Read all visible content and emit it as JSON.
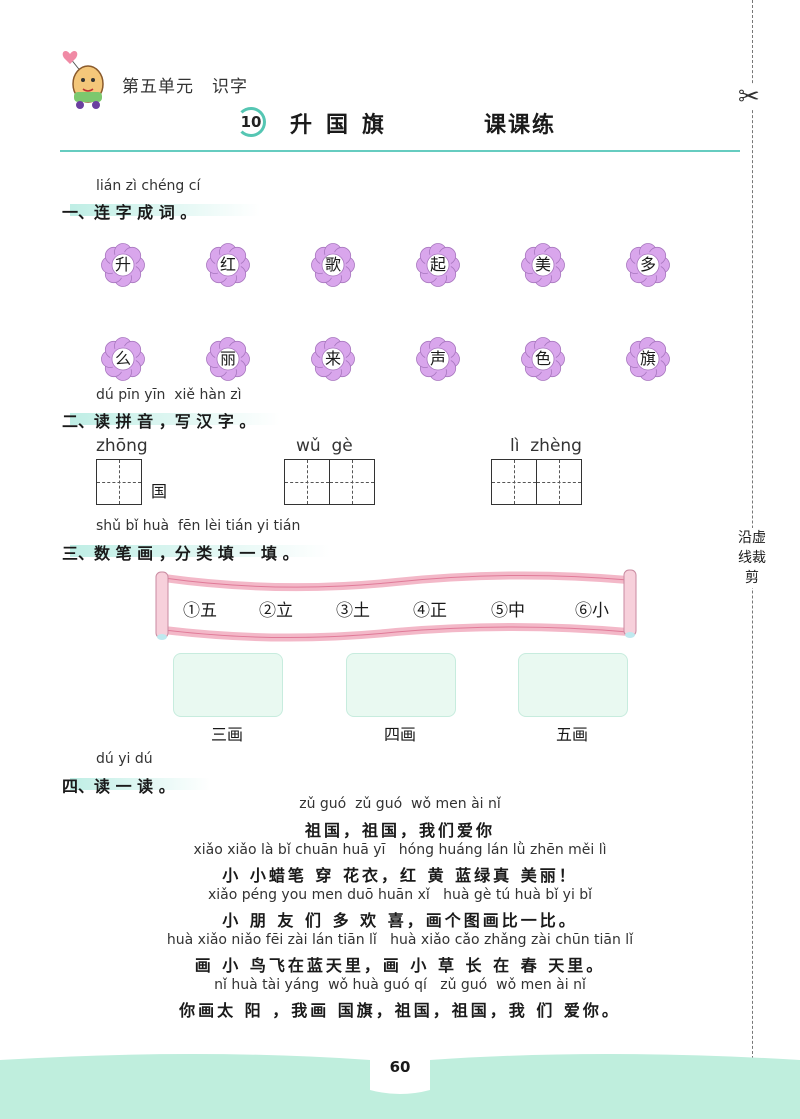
{
  "header": {
    "unit": "第五单元　识字",
    "lesson_number": "10",
    "lesson_title": "升国旗",
    "lesson_kind": "课课练",
    "mascot_icon": "egg-character-with-balloon"
  },
  "cut_label": "沿虚线裁剪",
  "sections": {
    "s1": {
      "pinyin": "lián zì chéng cí",
      "heading": "一、连 字 成 词 。",
      "row1": [
        "升",
        "红",
        "歌",
        "起",
        "美",
        "多"
      ],
      "row2": [
        "么",
        "丽",
        "来",
        "声",
        "色",
        "旗"
      ]
    },
    "s2": {
      "pinyin": "dú pīn yīn  xiě hàn zì",
      "heading": "二、读 拼 音 ，写 汉 字 。",
      "items": [
        {
          "pinyin": "zhōng",
          "suffix": "国"
        },
        {
          "pinyin": "wǔ  gè",
          "suffix": ""
        },
        {
          "pinyin": "lì  zhèng",
          "suffix": ""
        }
      ]
    },
    "s3": {
      "pinyin": "shǔ bǐ huà  fēn lèi tián yi tián",
      "heading": "三、数 笔 画 ，分 类 填 一 填 。",
      "characters": [
        "①五",
        "②立",
        "③土",
        "④正",
        "⑤中",
        "⑥小"
      ],
      "categories": [
        "三画",
        "四画",
        "五画"
      ]
    },
    "s4": {
      "pinyin": "dú yi dú",
      "heading": "四、读 一 读 。",
      "poem": [
        {
          "py": "zǔ guó  zǔ guó  wǒ men ài nǐ",
          "text": "祖国，祖国，我们爱你"
        },
        {
          "py": "xiǎo xiǎo là bǐ chuān huā yī   hóng huáng lán lǜ zhēn měi lì",
          "text": "小 小蜡笔 穿 花衣，红 黄 蓝绿真 美丽！"
        },
        {
          "py": "xiǎo péng you men duō huān xǐ   huà gè tú huà bǐ yi bǐ",
          "text": "小 朋 友 们 多 欢 喜，画个图画比一比。"
        },
        {
          "py": "huà xiǎo niǎo fēi zài lán tiān lǐ   huà xiǎo cǎo zhǎng zài chūn tiān lǐ",
          "text": "画 小 鸟飞在蓝天里，画 小 草 长 在 春 天里。"
        },
        {
          "py": "nǐ huà tài yáng  wǒ huà guó qí   zǔ guó  wǒ men ài nǐ",
          "text": "你画太 阳 ，我画 国旗，祖国，祖国，我 们 爱你。"
        }
      ]
    }
  },
  "footer": {
    "page_number": "60"
  },
  "colors": {
    "accent": "#55c6b3",
    "flower": "#d9a6ec",
    "flower_center": "#ffffff",
    "ribbon": "#f3b8c8",
    "box": "#e9f9f1"
  }
}
